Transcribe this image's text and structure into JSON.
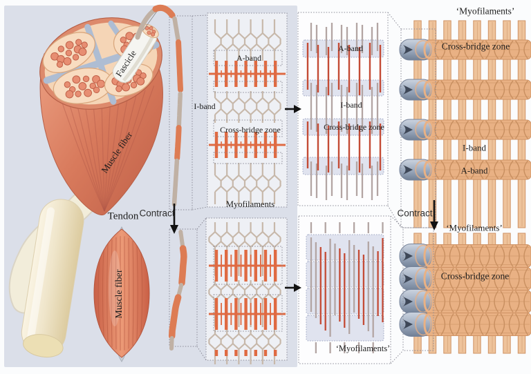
{
  "colors": {
    "background": "#dbdfe9",
    "panel": "#eef0f5",
    "panel_white": "#fdfdfe",
    "dotted": "#8a8a96",
    "text": "#1c1c1c",
    "strand_orange": "#dd7c54",
    "strand_tan": "#c0b1a4",
    "myosin": "#df6a42",
    "actin": "#c7b8aa",
    "line_red": "#c44b35",
    "line_gray": "#b3a5a3",
    "band": "#e0e3ef",
    "band_border": "#9aa3c0",
    "weave": "#e9b184",
    "weave_light": "#eec39b",
    "weave_stroke": "#cf9264",
    "weave_dark": "#c88f60",
    "bobbin_dark": "#3e4757",
    "muscle_dark": "#b2594a",
    "flesh": "#f5d5b6",
    "flesh_dot": "#e78e72",
    "gap_blue": "#aebdd3",
    "tendon_white": "#f2edda",
    "arrow": "#111111"
  },
  "anatomy": {
    "fascicle": "Fascicle",
    "muscle_fiber": "Muscle fiber",
    "tendon": "Tendon",
    "spindle_muscle_fiber": "Muscle fiber"
  },
  "flow": {
    "contract_left": "Contract",
    "contract_right": "Contract"
  },
  "myofibril_relaxed": {
    "a_band": "A-band",
    "i_band": "I-band",
    "cross_bridge_zone": "Cross-bridge zone",
    "myofilaments": "Myofilaments"
  },
  "sarcomere_relaxed": {
    "a_band": "A-band",
    "i_band": "I-band",
    "cross_bridge_zone": "Cross-bridge zone"
  },
  "sarcomere_contracted": {
    "myofilaments": "‘Myofilaments’"
  },
  "textile_relaxed": {
    "title": "‘Myofilaments’",
    "cross_bridge_zone": "Cross-bridge zone",
    "i_band": "I-band",
    "a_band": "A-band"
  },
  "textile_contracted": {
    "title": "‘Myofilaments’",
    "cross_bridge_zone": "Cross-bridge zone"
  }
}
